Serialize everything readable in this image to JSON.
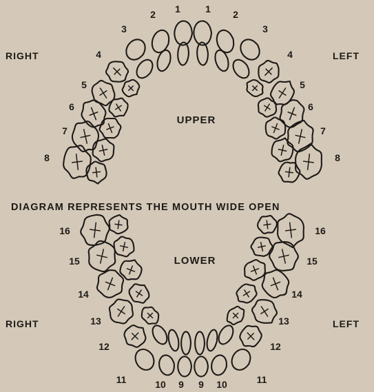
{
  "labels": {
    "right_upper": "RIGHT",
    "left_upper": "LEFT",
    "right_lower": "RIGHT",
    "left_lower": "LEFT",
    "upper": "UPPER",
    "lower": "LOWER",
    "caption": "DIAGRAM REPRESENTS THE MOUTH WIDE OPEN"
  },
  "upper_right_numbers": [
    "1",
    "2",
    "3",
    "4",
    "5",
    "6",
    "7",
    "8"
  ],
  "upper_left_numbers": [
    "1",
    "2",
    "3",
    "4",
    "5",
    "6",
    "7",
    "8"
  ],
  "lower_right_numbers": [
    "9",
    "10",
    "11",
    "12",
    "13",
    "14",
    "15",
    "16"
  ],
  "lower_left_numbers": [
    "9",
    "10",
    "11",
    "12",
    "13",
    "14",
    "15",
    "16"
  ],
  "colors": {
    "background": "#d4c9b8",
    "ink": "#1d1a17"
  }
}
